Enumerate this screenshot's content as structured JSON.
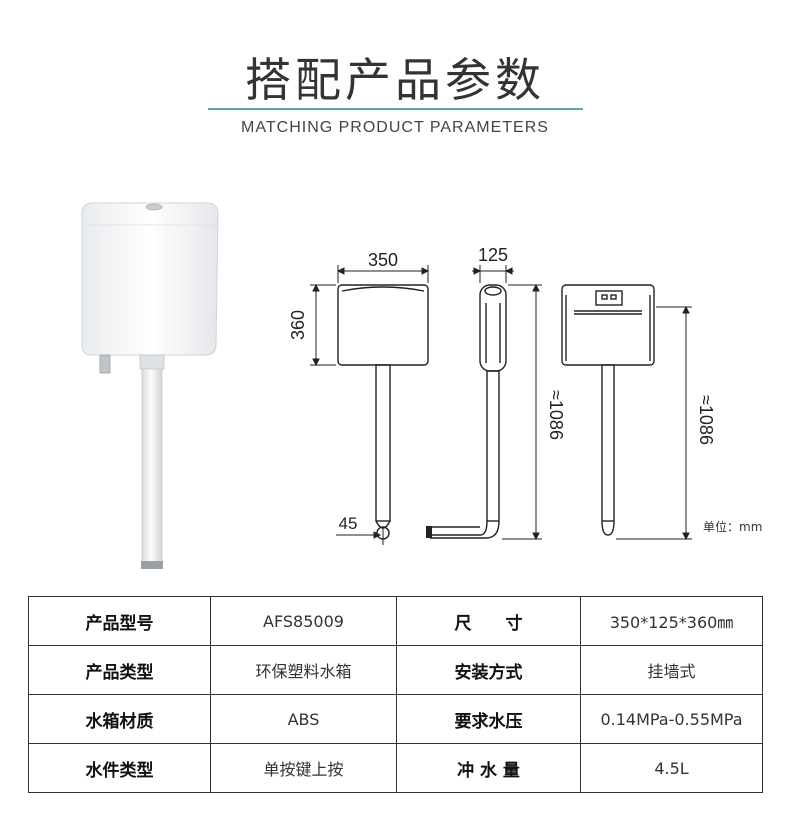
{
  "header": {
    "title_zh": "搭配产品参数",
    "title_en": "MATCHING PRODUCT PARAMETERS"
  },
  "diagram": {
    "width_label": "350",
    "depth_label": "125",
    "height_label": "360",
    "pipe_offset_label": "45",
    "total_height_label_front": "≈1086",
    "total_height_label_back": "≈1086",
    "unit_note": "单位：mm"
  },
  "specs": {
    "rows": [
      {
        "k1": "产品型号",
        "v1": "AFS85009",
        "k2": "尺　　寸",
        "v2": "350*125*360㎜"
      },
      {
        "k1": "产品类型",
        "v1": "环保塑料水箱",
        "k2": "安装方式",
        "v2": "挂墙式"
      },
      {
        "k1": "水箱材质",
        "v1": "ABS",
        "k2": "要求水压",
        "v2": "0.14MPa-0.55MPa"
      },
      {
        "k1": "水件类型",
        "v1": "单按键上按",
        "k2": "冲 水 量",
        "v2": "4.5L"
      }
    ]
  }
}
